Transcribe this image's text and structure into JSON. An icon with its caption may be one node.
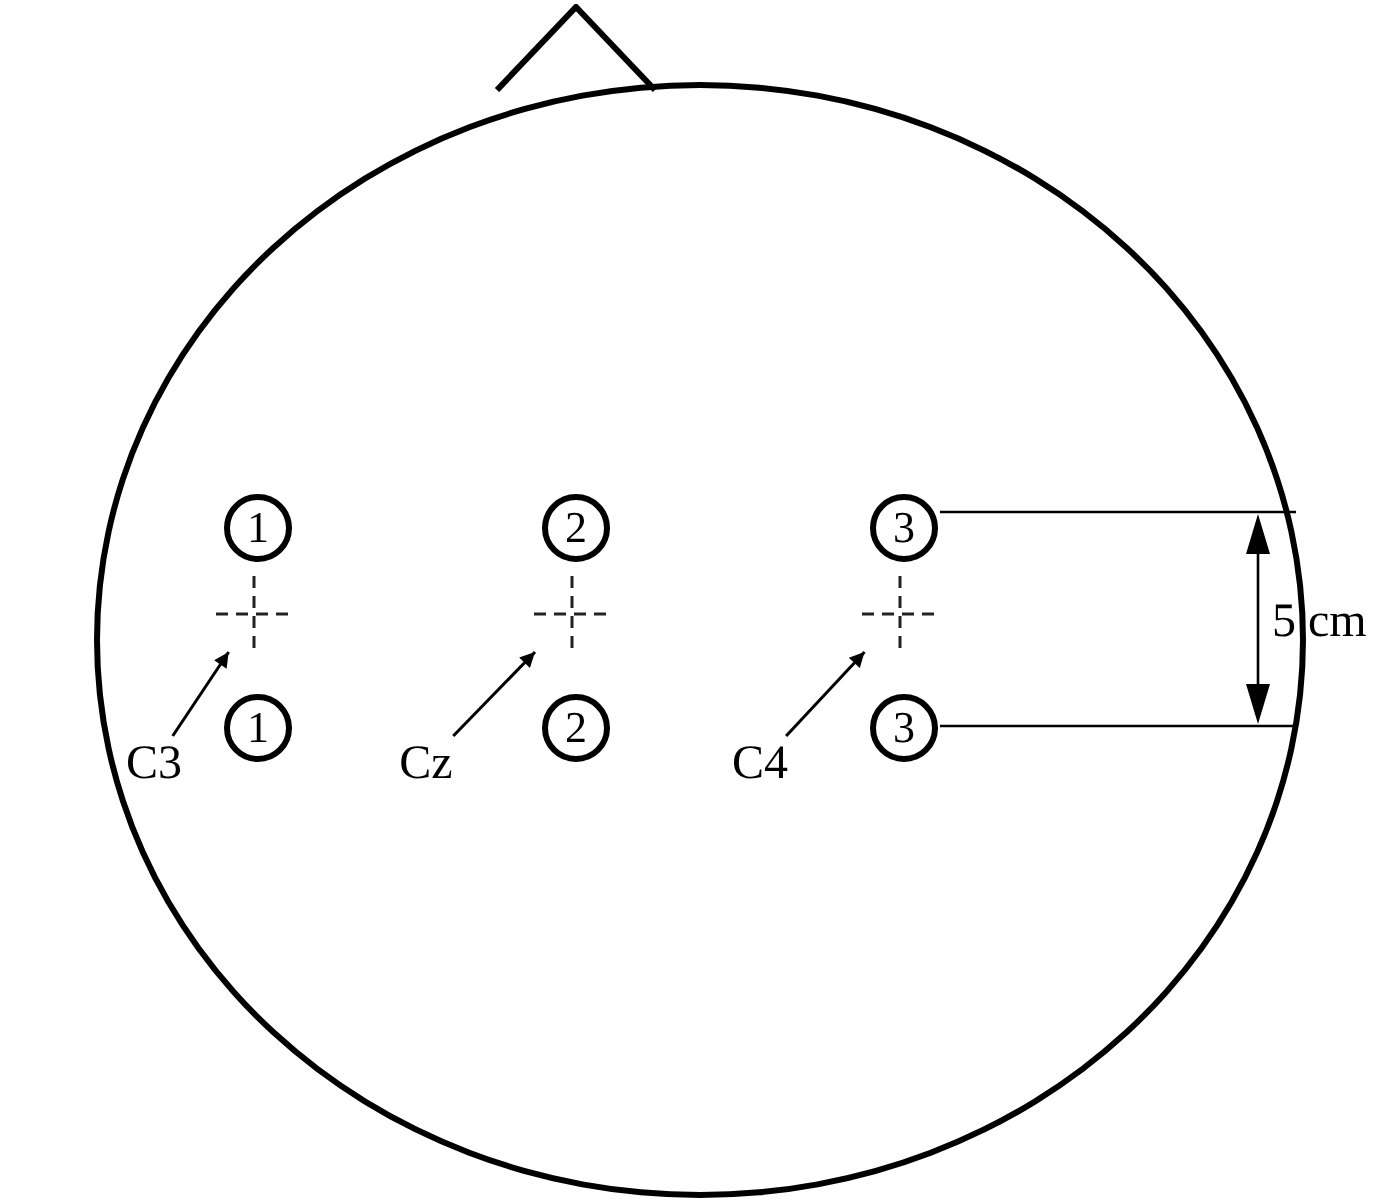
{
  "diagram": {
    "nodes": [
      {
        "text": [],
        "shape": "triangle"
      },
      {
        "text": [],
        "shape": "circle"
      },
      {
        "text": [
          "1"
        ],
        "in": 1
      },
      {
        "text": [
          "2"
        ],
        "in": 1
      },
      {
        "text": [
          "3"
        ],
        "in": 1
      },
      {
        "text": [],
        "shape": "cross",
        "in": 1
      },
      {
        "text": [],
        "shape": "cross",
        "in": 1
      },
      {
        "text": [],
        "shape": "cross",
        "in": 1
      },
      {
        "text": [
          "C3"
        ],
        "in": 1
      },
      {
        "text": [
          "1"
        ],
        "in": 1
      },
      {
        "text": [
          "Cz"
        ],
        "in": 1
      },
      {
        "text": [
          "2"
        ],
        "in": 1
      },
      {
        "text": [
          "C4"
        ],
        "in": 1
      },
      {
        "text": [
          "3"
        ],
        "in": 1
      }
    ],
    "edges": [
      {
        "from": 8,
        "to": 5,
        "arrow": "to"
      },
      {
        "from": 10,
        "to": 6,
        "arrow": "to"
      },
      {
        "from": 12,
        "to": 7,
        "arrow": "to"
      }
    ],
    "labels": [
      "5 cm"
    ]
  }
}
